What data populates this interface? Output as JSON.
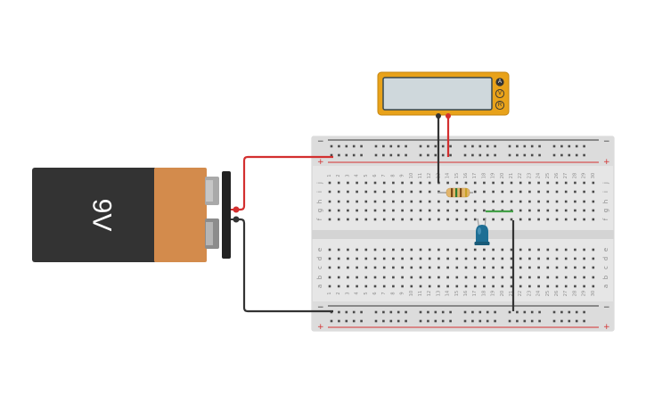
{
  "battery": {
    "label": "9V",
    "body_color": "#333333",
    "cap_color": "#d38b4c"
  },
  "multimeter": {
    "modes": [
      "A",
      "V",
      "R"
    ],
    "body_color": "#e8a21a",
    "screen_color": "#cfd8dc"
  },
  "breadboard": {
    "columns": 30,
    "rows_top": [
      "j",
      "i",
      "h",
      "g",
      "f"
    ],
    "rows_bottom": [
      "e",
      "d",
      "c",
      "b",
      "a"
    ],
    "rail_plus": "+",
    "rail_minus": "−"
  },
  "colors": {
    "wire_red": "#d32f2f",
    "wire_black": "#333333",
    "wire_green": "#43a047",
    "led": "#1e6e94",
    "resistor": "#e2b56b"
  }
}
